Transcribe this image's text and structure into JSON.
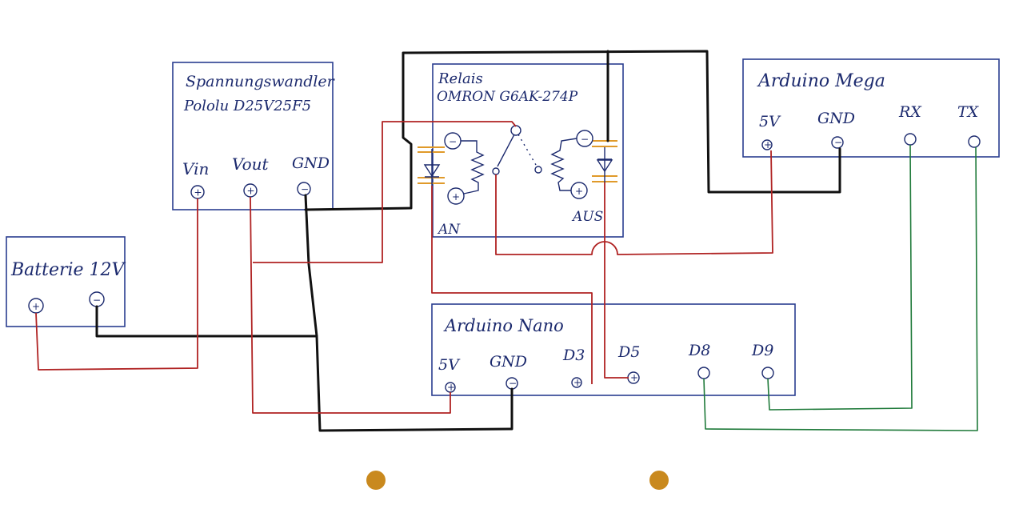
{
  "battery": {
    "title": "Batterie 12V",
    "plus": "+",
    "minus": "−"
  },
  "converter": {
    "title1": "Spannungswandler",
    "title2": "Pololu D25V25F5",
    "pins": [
      "Vin",
      "Vout",
      "GND"
    ],
    "signs": [
      "+",
      "+",
      "−"
    ]
  },
  "relay": {
    "title1": "Relais",
    "title2": "OMRON G6AK-274P",
    "coil_on_label": "AN",
    "coil_off_label": "AUS",
    "signs": [
      "−",
      "+",
      "−",
      "+"
    ]
  },
  "mega": {
    "title": "Arduino Mega",
    "pins": [
      "5V",
      "GND",
      "RX",
      "TX"
    ],
    "signs": [
      "+",
      "−"
    ]
  },
  "nano": {
    "title": "Arduino Nano",
    "pins": [
      "5V",
      "GND",
      "D3",
      "D5",
      "D8",
      "D9"
    ],
    "signs": [
      "+",
      "−",
      "+",
      "+"
    ]
  },
  "colors": {
    "ground_wire": "#111111",
    "power_wire": "#b02323",
    "signal_wire": "#1f7a3a",
    "ink": "#1c2a6e",
    "marker": "#c9891e"
  }
}
